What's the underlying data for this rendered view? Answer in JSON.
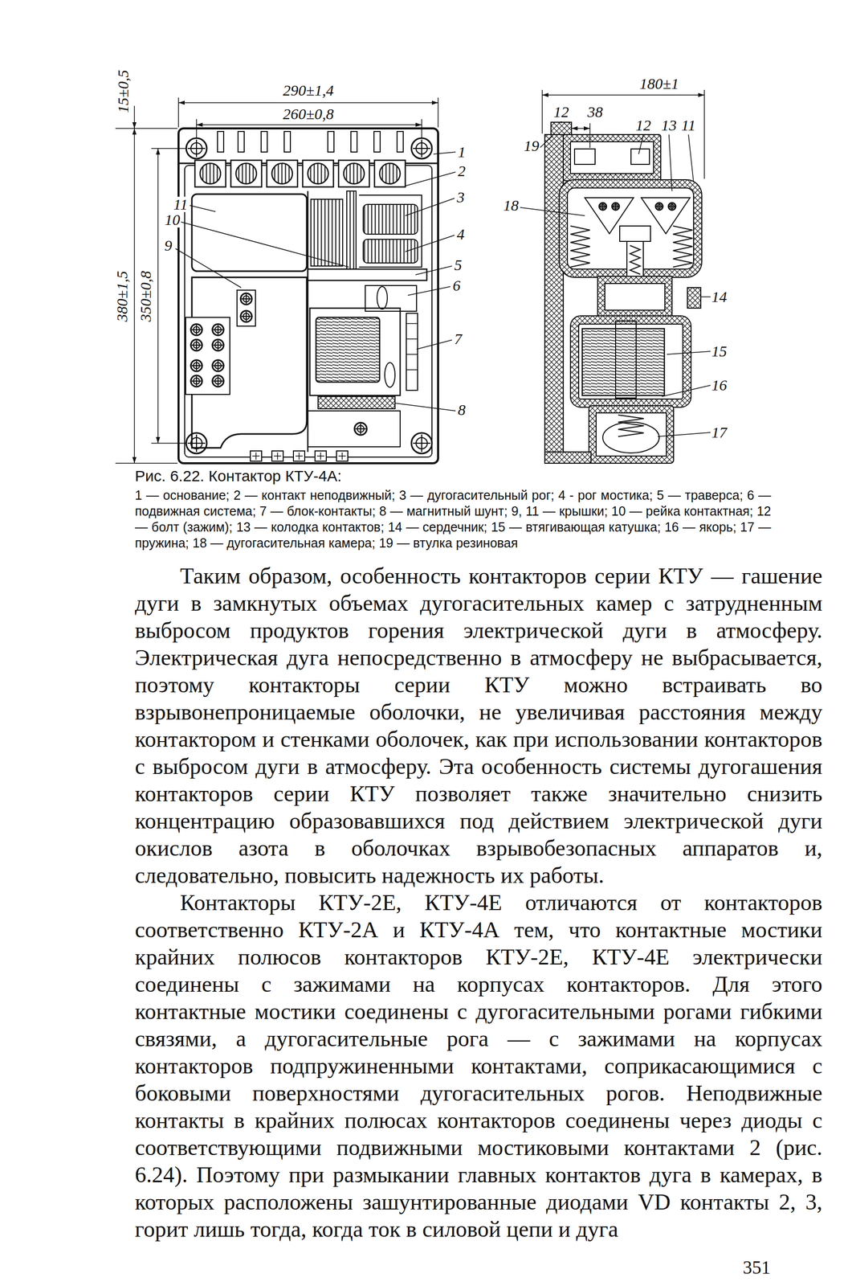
{
  "diagram": {
    "caption": "Рис. 6.22. Контактор КТУ-4А:",
    "labels": [
      "15±0,5",
      "290±1,4",
      "260±0,8",
      "380±1,5",
      "350±0,8",
      "1",
      "2",
      "3",
      "4",
      "5",
      "6",
      "7",
      "8",
      "11",
      "10",
      "9",
      "180±1",
      "12",
      "19",
      "38",
      "12",
      "13",
      "11",
      "18",
      "14",
      "15",
      "16",
      "17",
      "1 — основание; 2 — контакт неподвижный; 3 — дугогасительный рог; 4 - рог мостика; 5 — траверса; 6 — подвижная система; 7 — блок-контакты; 8 — магнитный шунт; 9, 11 — крышки; 10 — рейка контактная; 12 — болт (зажим); 13 — колодка контактов; 14 — сердечник; 15 — втягивающая катушка; 16 — якорь; 17 — пружина; 18 — дугогасительная камера; 19 — втулка резиновая",
      "Таким образом, особенность контакторов серии КТУ — гашение дуги в замкнутых объемах дугогасительных камер с затрудненным выбросом продуктов горения электрической дуги в атмосферу. Электрическая дуга непосредственно в атмосферу не выбрасывается, поэтому контакторы серии КТУ можно встраивать во взрывонепроницаемые оболочки, не увеличивая расстояния между контактором и стенками оболочек, как при использовании контакторов с выбросом дуги в атмосферу. Эта особенность системы дугогашения контакторов серии КТУ позволяет также значительно снизить концентрацию образовавшихся под действием электрической дуги окислов азота в оболочках взрывобезопасных аппаратов и, следовательно, повысить надежность их работы.",
      "Контакторы КТУ-2Е, КТУ-4Е отличаются от контакторов соответственно КТУ-2А и КТУ-4А тем, что контактные мостики крайних полюсов контакторов КТУ-2Е, КТУ-4Е электрически соединены с зажимами на корпусах контакторов. Для этого контактные мостики соединены с дугогасительными рогами гибкими связями, а дугогасительные рога — с зажимами на корпусах контакторов подпружиненными контактами, соприкасающимися с боковыми поверхностями дугогасительных рогов. Неподвижные контакты в крайних полюсах контакторов соединены через диоды с соответствующими подвижными мостиковыми контактами 2 (рис. 6.24). Поэтому при размыкании главных контактов дуга в камерах, в которых расположены зашунтированные диодами VD контакты 2, 3, горит лишь тогда, когда ток в силовой цепи и дуга",
      "351"
    ]
  }
}
